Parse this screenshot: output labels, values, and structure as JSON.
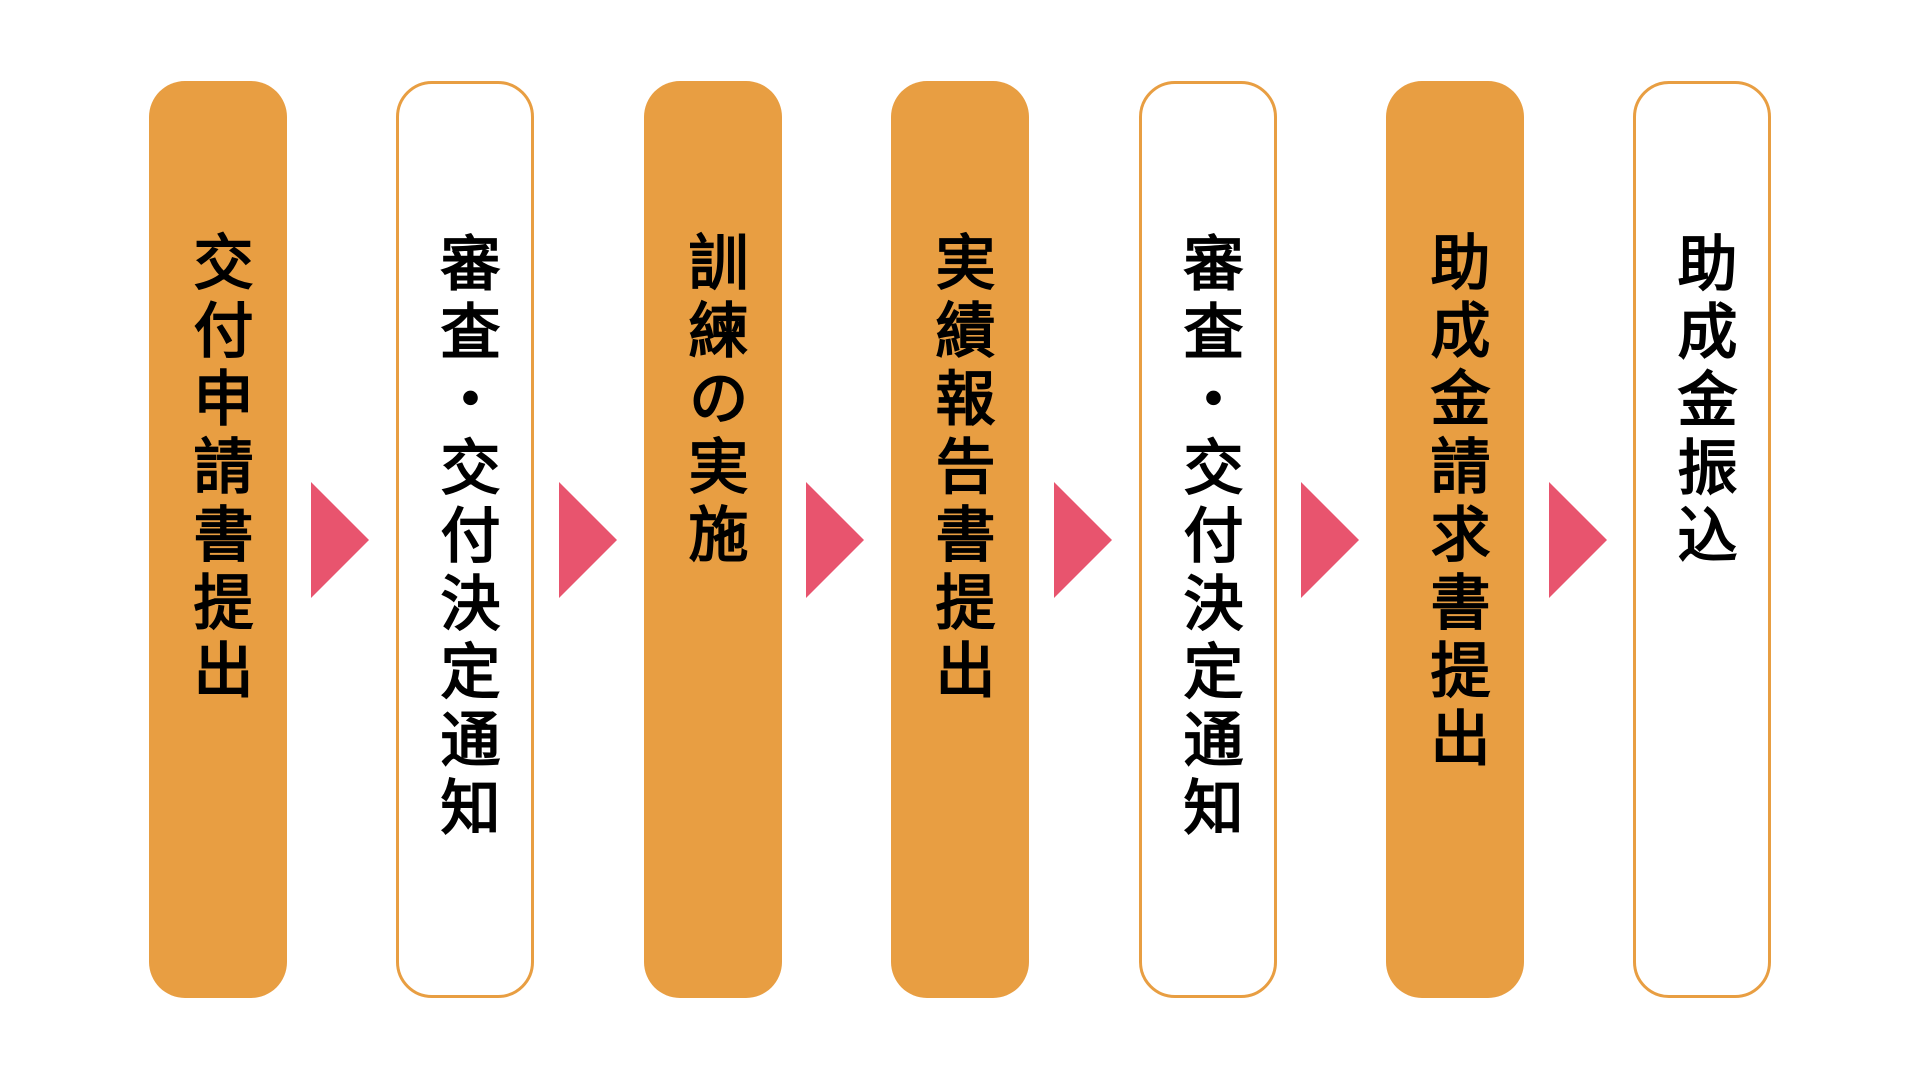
{
  "diagram": {
    "type": "process-flow",
    "direction": "left-to-right",
    "colors": {
      "box_fill": "#E89E42",
      "box_border": "#E89E42",
      "arrow": "#E8546E",
      "text": "#000000",
      "background": "#FFFFFF"
    },
    "steps": [
      {
        "label": "交付申請書提出",
        "style": "filled"
      },
      {
        "label": "審査・交付決定通知",
        "style": "outlined"
      },
      {
        "label": "訓練の実施",
        "style": "filled"
      },
      {
        "label": "実績報告書提出",
        "style": "filled"
      },
      {
        "label": "審査・交付決定通知",
        "style": "outlined"
      },
      {
        "label": "助成金請求書提出",
        "style": "filled"
      },
      {
        "label": "助成金振込",
        "style": "outlined"
      }
    ],
    "arrow_count": 6,
    "arrow_icon": "triangle-right-icon"
  }
}
